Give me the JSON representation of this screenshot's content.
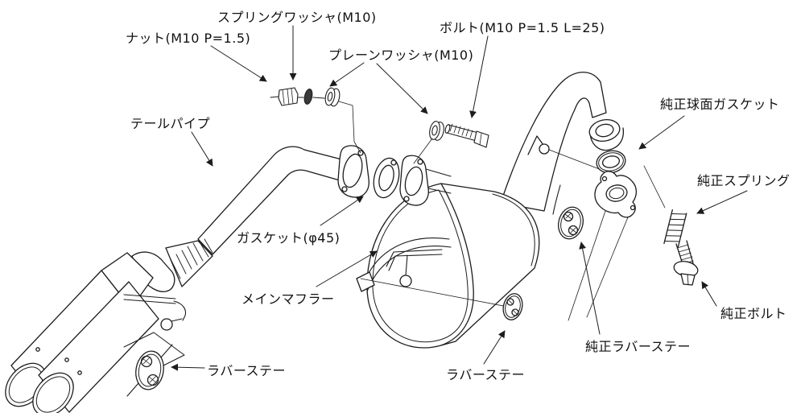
{
  "diagram": {
    "background": "#ffffff",
    "line_color": "#1c1c1c",
    "labels": {
      "spring_washer": "スプリングワッシャ(M10)",
      "nut": "ナット(M10 P=1.5)",
      "plain_washer": "プレーンワッシャ(M10)",
      "bolt": "ボルト(M10 P=1.5 L=25)",
      "oem_spherical_gasket": "純正球面ガスケット",
      "tail_pipe": "テールパイプ",
      "oem_spring": "純正スプリング",
      "gasket_phi45": "ガスケット(φ45)",
      "main_muffler": "メインマフラー",
      "rubber_stay_left": "ラバーステー",
      "rubber_stay_right": "ラバーステー",
      "oem_rubber_stay": "純正ラバーステー",
      "oem_bolt": "純正ボルト"
    }
  }
}
